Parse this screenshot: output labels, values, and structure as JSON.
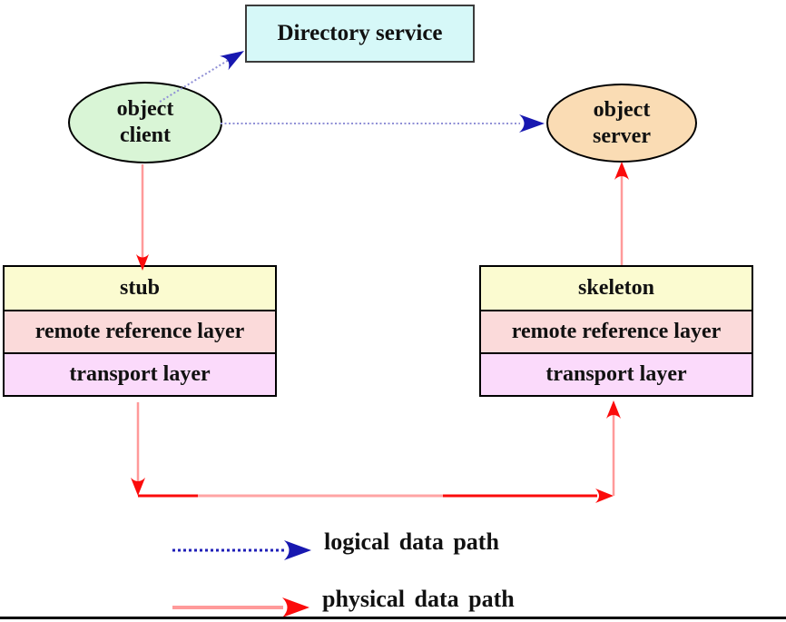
{
  "nodes": {
    "directory_service": {
      "label": "Directory service"
    },
    "object_client": {
      "line1": "object",
      "line2": "client"
    },
    "object_server": {
      "line1": "object",
      "line2": "server"
    }
  },
  "client_stack": {
    "rows": [
      {
        "label": "stub"
      },
      {
        "label": "remote reference layer"
      },
      {
        "label": "transport layer"
      }
    ]
  },
  "server_stack": {
    "rows": [
      {
        "label": "skeleton"
      },
      {
        "label": "remote reference layer"
      },
      {
        "label": "transport layer"
      }
    ]
  },
  "legend": {
    "logical": {
      "label": "logical data path"
    },
    "physical": {
      "label": "physical data path"
    }
  },
  "colors": {
    "directory_fill": "#d6f8f8",
    "client_fill": "#d9f5d6",
    "server_fill": "#fadcb4",
    "stub_fill": "#fbfbd0",
    "remote_reference_fill": "#fbdada",
    "transport_fill": "#fbdafb",
    "logical_line": "#9090d6",
    "logical_arrowhead": "#1818b0",
    "physical_line": "#ff9a9a",
    "physical_arrowhead": "#fb0b0b",
    "border": "#000000"
  }
}
